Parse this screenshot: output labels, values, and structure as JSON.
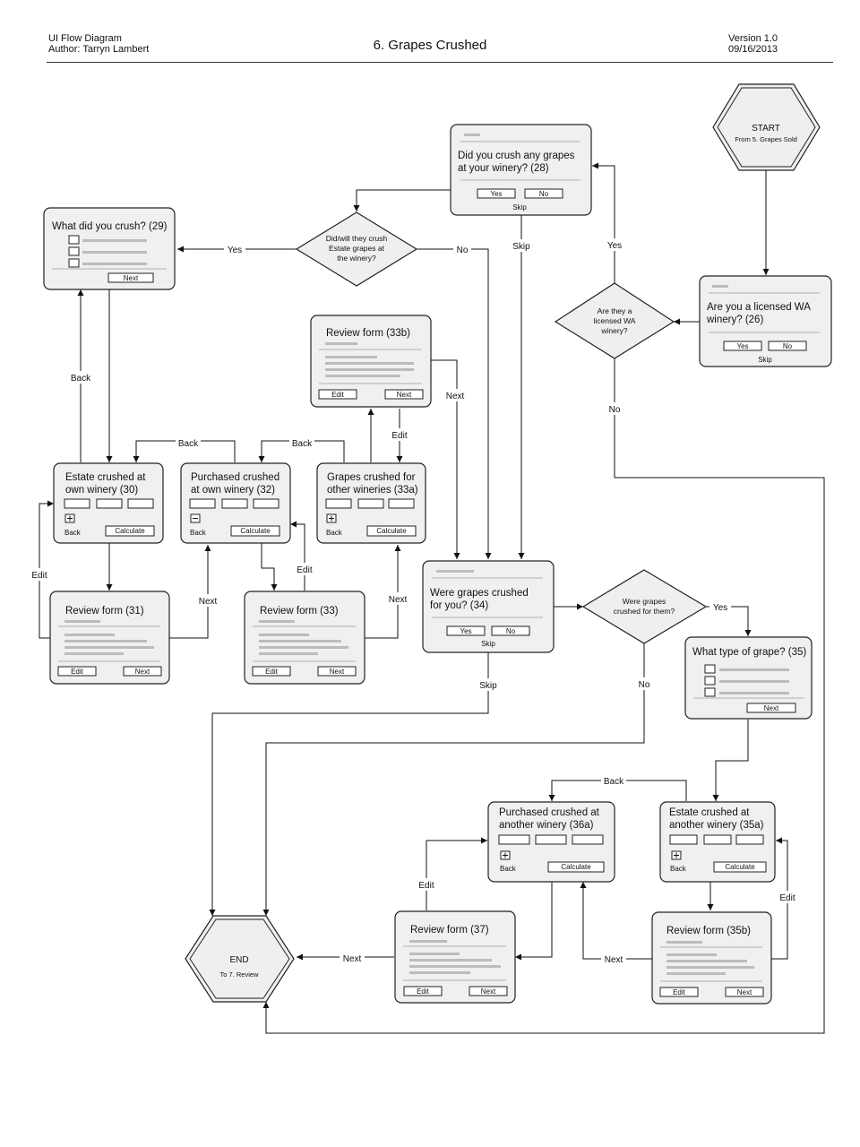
{
  "header": {
    "diagram_type": "UI Flow Diagram",
    "author": "Author: Tarryn Lambert",
    "title": "6. Grapes Crushed",
    "version": "Version 1.0",
    "date": "09/16/2013"
  },
  "terminals": {
    "start": {
      "title": "START",
      "sub": "From  5. Grapes Sold"
    },
    "end": {
      "title": "END",
      "sub": "To 7. Review"
    }
  },
  "screens": {
    "s26": {
      "line1": "Are you a licensed WA",
      "line2": "winery? (26)",
      "yes": "Yes",
      "no": "No",
      "skip": "Skip"
    },
    "s28": {
      "line1": "Did you crush any grapes",
      "line2": "at your winery? (28)",
      "yes": "Yes",
      "no": "No",
      "skip": "Skip"
    },
    "s29": {
      "line1": "What did you crush? (29)",
      "next": "Next"
    },
    "s30": {
      "line1": "Estate crushed at",
      "line2": "own winery (30)",
      "back": "Back",
      "calc": "Calculate",
      "icon": "plus"
    },
    "s32": {
      "line1": "Purchased crushed",
      "line2": "at own winery (32)",
      "back": "Back",
      "calc": "Calculate",
      "icon": "minus"
    },
    "s33a": {
      "line1": "Grapes crushed for",
      "line2": "other wineries (33a)",
      "back": "Back",
      "calc": "Calculate",
      "icon": "plus"
    },
    "s33b": {
      "line1": "Review form (33b)",
      "edit": "Edit",
      "next": "Next"
    },
    "s31": {
      "line1": "Review form (31)",
      "edit": "Edit",
      "next": "Next"
    },
    "s33": {
      "line1": "Review form (33)",
      "edit": "Edit",
      "next": "Next"
    },
    "s34": {
      "line1": "Were grapes crushed",
      "line2": "for you? (34)",
      "yes": "Yes",
      "no": "No",
      "skip": "Skip"
    },
    "s35": {
      "line1": "What type of grape? (35)",
      "next": "Next"
    },
    "s36a": {
      "line1": "Purchased crushed at",
      "line2": "another winery (36a)",
      "back": "Back",
      "calc": "Calculate",
      "icon": "plus"
    },
    "s35a": {
      "line1": "Estate crushed at",
      "line2": "another winery (35a)",
      "back": "Back",
      "calc": "Calculate",
      "icon": "plus"
    },
    "s37": {
      "line1": "Review form (37)",
      "edit": "Edit",
      "next": "Next"
    },
    "s35b": {
      "line1": "Review form (35b)",
      "edit": "Edit",
      "next": "Next"
    }
  },
  "decisions": {
    "d_licensed": {
      "lines": [
        "Are they a",
        "licensed WA",
        "winery?"
      ]
    },
    "d_estate": {
      "lines": [
        "Did/will they crush",
        "Estate grapes at",
        "the winery?"
      ]
    },
    "d_for_them": {
      "lines": [
        "Were grapes",
        "crushed for them?"
      ]
    }
  },
  "edge_labels": {
    "licensed_yes": "Yes",
    "licensed_no": "No",
    "s28_skip": "Skip",
    "estate_yes": "Yes",
    "estate_no": "No",
    "s29_back": "Back",
    "s30_back": "Back",
    "s33a_back": "Back",
    "s31_edit": "Edit",
    "s31_next": "Next",
    "s33_edit": "Edit",
    "s33_next": "Next",
    "s33b_edit": "Edit",
    "s33b_next": "Next",
    "for_them_yes": "Yes",
    "for_them_no": "No",
    "s34_skip": "Skip",
    "s35a_back": "Back",
    "s37_edit": "Edit",
    "s35b_edit": "Edit",
    "s37_next": "Next",
    "s35b_next": "Next"
  }
}
